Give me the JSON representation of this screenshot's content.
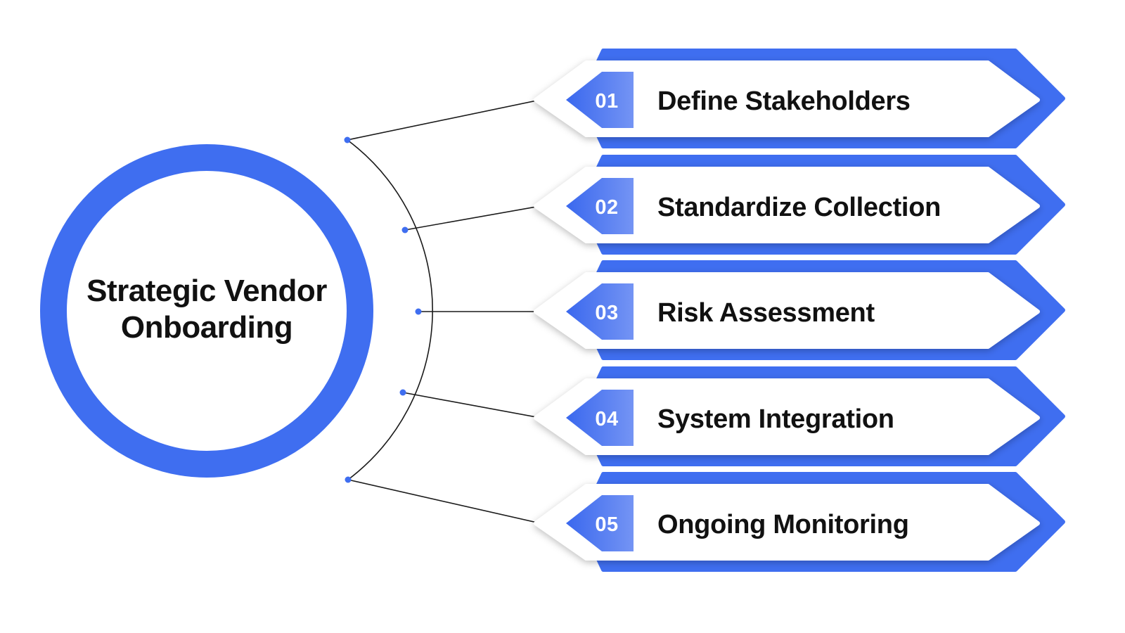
{
  "hub": {
    "title_line1": "Strategic Vendor",
    "title_line2": "Onboarding"
  },
  "steps": [
    {
      "number": "01",
      "label": "Define Stakeholders"
    },
    {
      "number": "02",
      "label": "Standardize Collection"
    },
    {
      "number": "03",
      "label": "Risk Assessment"
    },
    {
      "number": "04",
      "label": "System Integration"
    },
    {
      "number": "05",
      "label": "Ongoing Monitoring"
    }
  ],
  "colors": {
    "accent": "#3f6ef0",
    "accent_light": "#6b8ef3",
    "text": "#111111",
    "connector": "#1a1a1a",
    "background": "#ffffff"
  }
}
